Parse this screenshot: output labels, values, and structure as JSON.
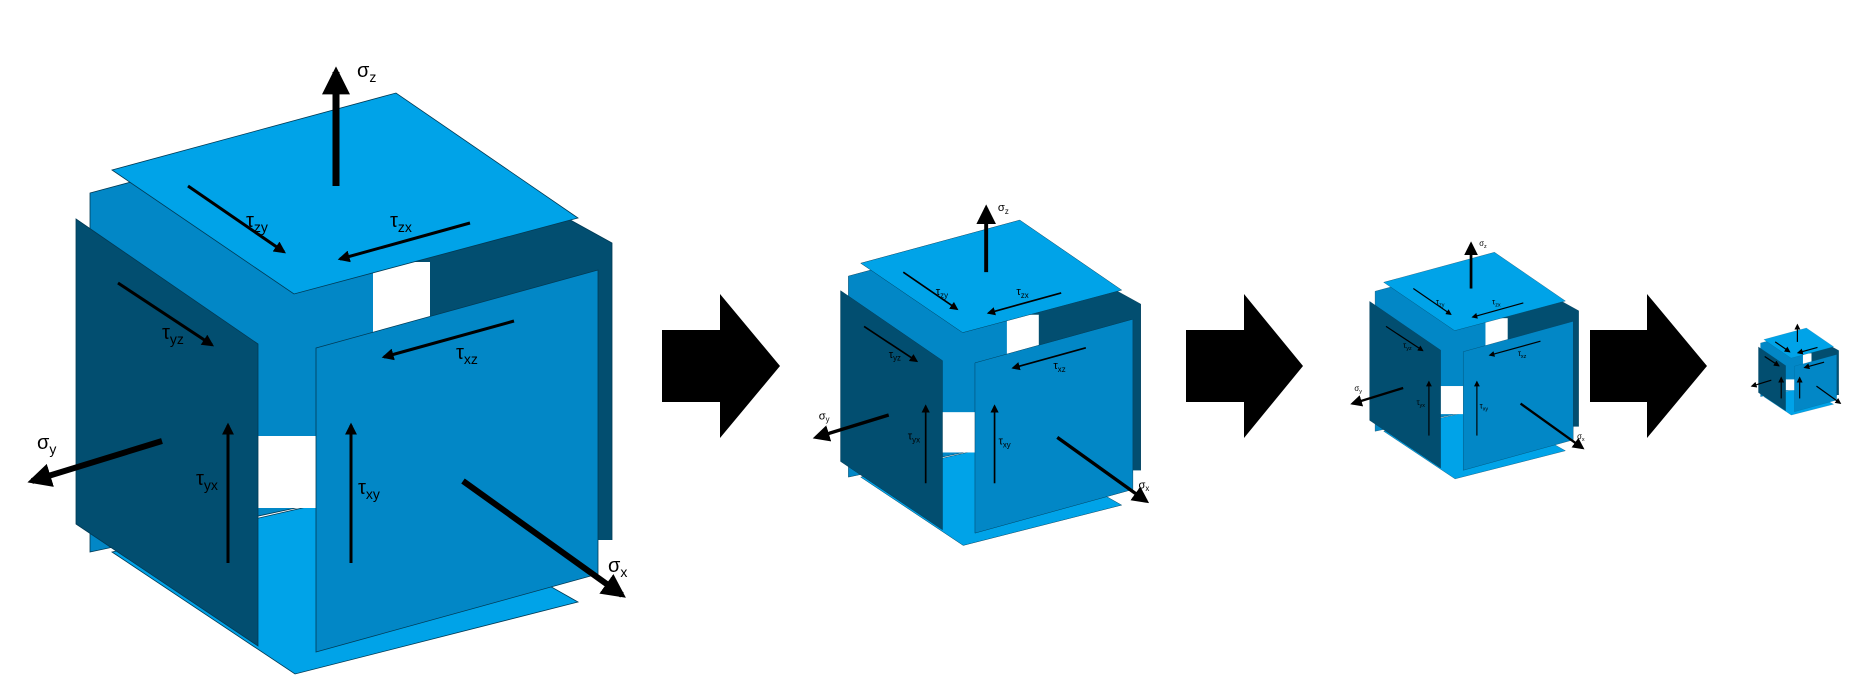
{
  "colors": {
    "background": "#ffffff",
    "face_top": "#00a3e8",
    "face_front_right": "#0287c6",
    "face_front_left": "#024e70",
    "face_back": "#0287c6",
    "face_back_right": "#024e70",
    "face_bottom": "#00a3e8",
    "arrow": "#000000"
  },
  "labels": {
    "sigma_z": {
      "main": "σ",
      "sub": "z"
    },
    "sigma_y": {
      "main": "σ",
      "sub": "y"
    },
    "sigma_x": {
      "main": "σ",
      "sub": "x"
    },
    "tau_zy": {
      "main": "τ",
      "sub": "zy"
    },
    "tau_zx": {
      "main": "τ",
      "sub": "zx"
    },
    "tau_yz": {
      "main": "τ",
      "sub": "yz"
    },
    "tau_xz": {
      "main": "τ",
      "sub": "xz"
    },
    "tau_yx": {
      "main": "τ",
      "sub": "yx"
    },
    "tau_xy": {
      "main": "τ",
      "sub": "xy"
    }
  },
  "cubes": [
    {
      "name": "cube-1"
    },
    {
      "name": "cube-2"
    },
    {
      "name": "cube-3"
    },
    {
      "name": "cube-4"
    }
  ],
  "progress_arrows": [
    {
      "name": "progress-arrow-1"
    },
    {
      "name": "progress-arrow-2"
    },
    {
      "name": "progress-arrow-3"
    }
  ]
}
